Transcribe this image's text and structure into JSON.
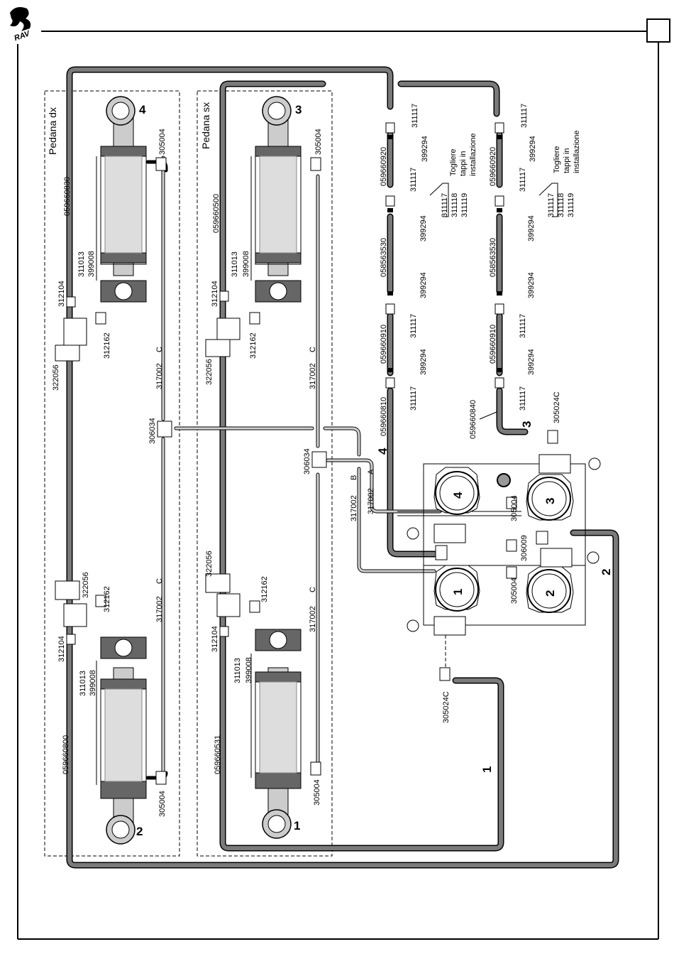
{
  "panels": {
    "right_platform": "Pedana dx",
    "left_platform": "Pedana sx"
  },
  "cylinders": {
    "c1": "1",
    "c2": "2",
    "c3": "3",
    "c4": "4"
  },
  "hoses": {
    "h1": "1",
    "h2": "2",
    "h3": "3",
    "h4": "4"
  },
  "pumps": {
    "p1": "1",
    "p2": "2",
    "p3": "3",
    "p4": "4"
  },
  "parts": {
    "hose_0596_0830": "059660830",
    "hose_0596_0800": "059660800",
    "hose_0596_0500": "059660500",
    "hose_0596_0531": "059660531",
    "hose_0596_0920": "059660920",
    "hose_0585_63530": "058563530",
    "hose_0596_0910": "059660910",
    "hose_0596_0810": "059660810",
    "hose_0596_0840": "059660840",
    "elbow_305004": "305004",
    "elbow_305024c": "305024C",
    "tee_306034": "306034",
    "tee_306009": "306009",
    "fitting_311013": "311013",
    "fitting_311117": "311117",
    "fitting_311118": "311118",
    "fitting_311119": "311119",
    "fitting_312104": "312104",
    "fitting_312162": "312162",
    "tube_317002": "317002",
    "valve_322056": "322056",
    "seal_399008": "399008",
    "seal_399294": "399294"
  },
  "line_letters": {
    "a": "A",
    "b": "B",
    "c": "C"
  },
  "notes": {
    "plugs_line1": "Togliere",
    "plugs_line2": "tappi in",
    "plugs_line3": "installazione"
  }
}
